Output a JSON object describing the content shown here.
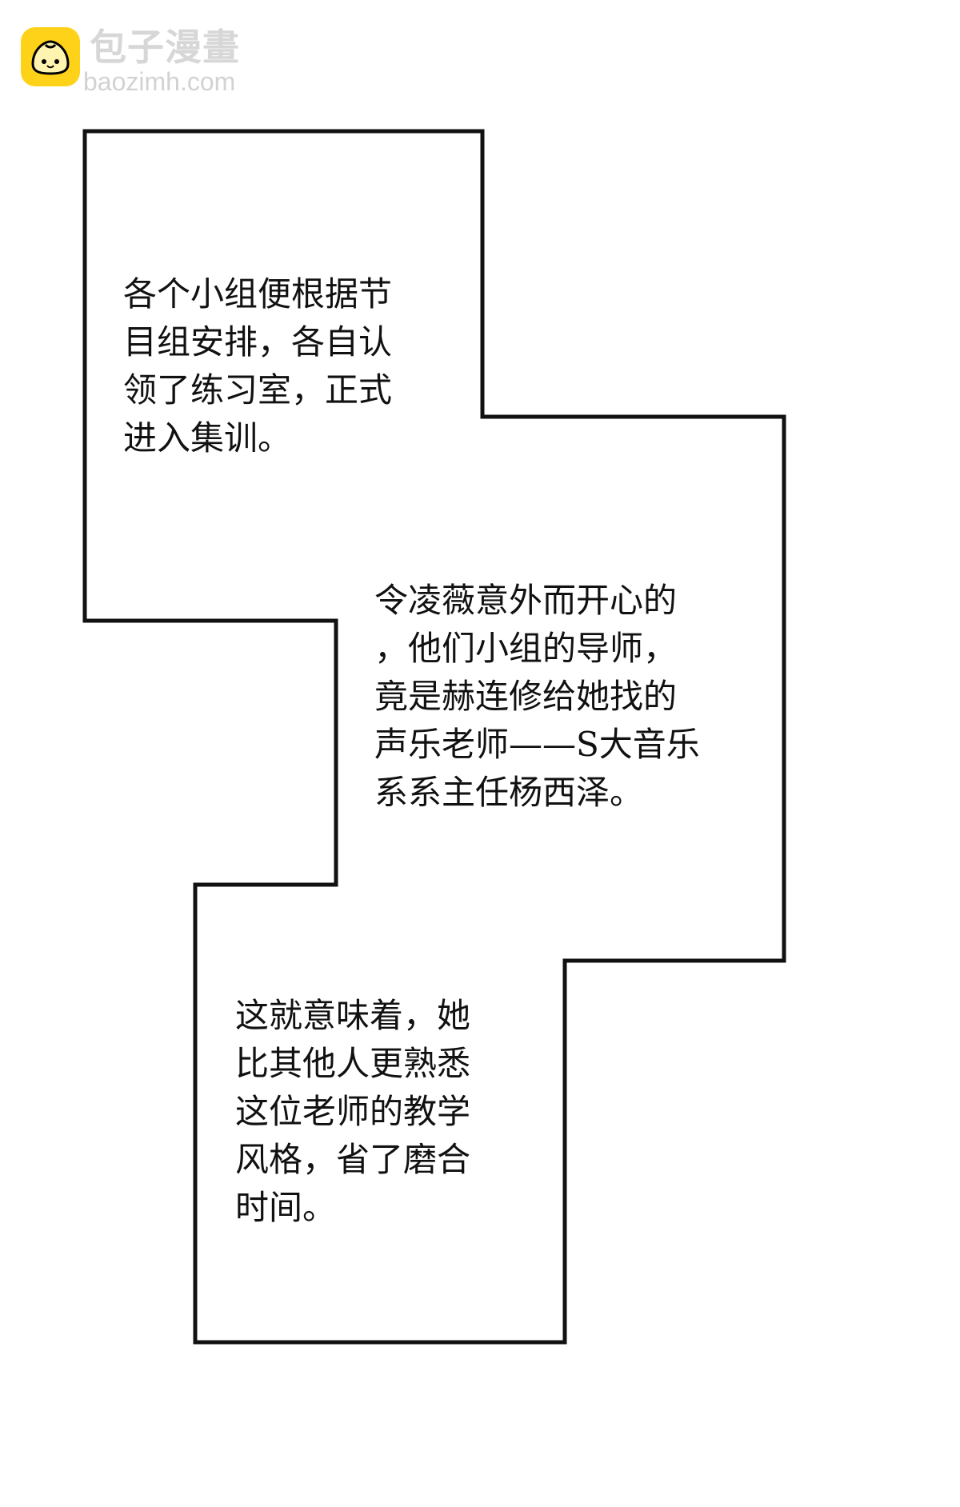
{
  "watermark": {
    "title": "包子漫畫",
    "url": "baozimh.com",
    "logo_icon": "steamed-bun-icon",
    "colors": {
      "logo": "#ffd21a",
      "text": "#d7d7d7"
    }
  },
  "captions": [
    {
      "lines": [
        "各个小组便根据节",
        "目组安排，各自认",
        "领了练习室，正式",
        "进入集训。"
      ]
    },
    {
      "lines": [
        "令凌薇意外而开心的",
        "，他们小组的导师，",
        "竟是赫连修给她找的",
        "声乐老师——S大音乐",
        "系系主任杨西泽。"
      ]
    },
    {
      "lines": [
        "这就意味着，她",
        "比其他人更熟悉",
        "这位老师的教学",
        "风格，省了磨合",
        "时间。"
      ]
    }
  ],
  "colors": {
    "background": "#ffffff",
    "border": "#111111",
    "text": "#111111"
  }
}
